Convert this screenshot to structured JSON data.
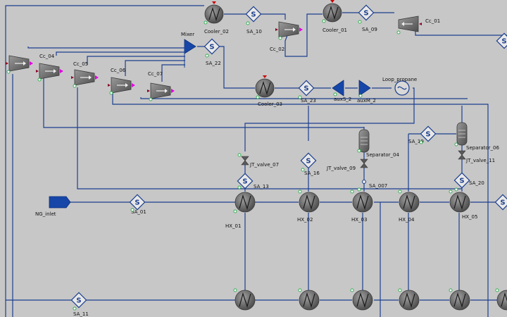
{
  "diagram": {
    "colors": {
      "background": "#c7c7c7",
      "stream_line": "#1c3f8f",
      "equipment_gray": "#6b6b6b",
      "accent_blue": "#1646a8",
      "port_magenta": "#e000e0",
      "port_dark": "#8a0020",
      "port_green": "#2aa84a"
    },
    "labels": {
      "cooler_02": "Cooler_02",
      "sa_10": "SA_10",
      "cc_02": "Cc_02",
      "cooler_01": "Cooler_01",
      "sa_09": "SA_09",
      "cc_01": "Cc_01",
      "mixer": "Mixer",
      "sa_22": "SA_22",
      "cc_04": "Cc_04",
      "cc_05": "Cc_05",
      "cc_06": "Cc_06",
      "cc_07": "Cc_07",
      "cooler_03": "Cooler_03",
      "sa_23": "SA_23",
      "auxs_2": "auxS_2",
      "auxm_2": "auxM_2",
      "loop_propane": "Loop_propane",
      "separator_04": "Separator_04",
      "sa_19": "SA_19",
      "separator_06": "Separator_06",
      "jt_valve_07": "JT_valve_07",
      "jt_valve_09": "JT_valve_09",
      "jt_valve_11": "JT_valve_11",
      "sa_16": "SA_16",
      "sa_13": "SA_13",
      "sa_007": "SA_007",
      "sa_20": "SA_20",
      "ng_inlet": "NG_inlet",
      "sa_01": "SA_01",
      "hx_01": "HX_01",
      "hx_02": "HX_02",
      "hx_03": "HX_03",
      "hx_04": "HX_04",
      "hx_05": "HX_05",
      "sa_11": "SA_11",
      "sa_edge_top": "S",
      "sa_edge_mid": "S"
    }
  }
}
